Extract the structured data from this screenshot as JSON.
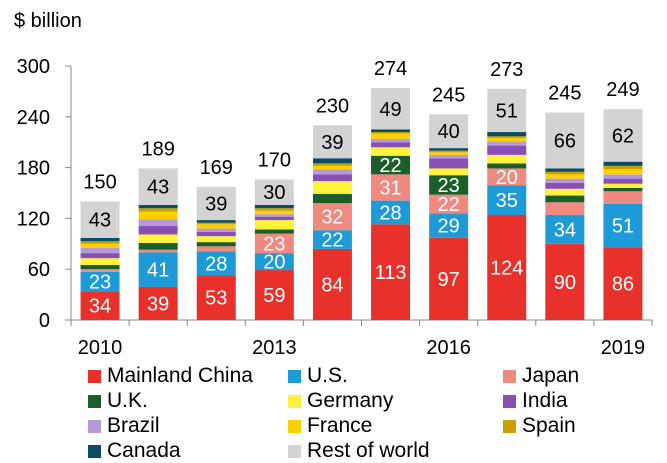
{
  "chart_data": {
    "type": "bar",
    "stacked": true,
    "unit_label": "$ billion",
    "title": "",
    "xlabel": "",
    "ylabel": "",
    "ylim": [
      0,
      300
    ],
    "yticks": [
      "0",
      "60",
      "120",
      "180",
      "240",
      "300"
    ],
    "categories": [
      "2010",
      "2011",
      "2012",
      "2013",
      "2014",
      "2015",
      "2016",
      "2017",
      "2018",
      "2019"
    ],
    "xtick_labels": [
      "2010",
      "",
      "",
      "2013",
      "",
      "",
      "2016",
      "",
      "",
      "2019"
    ],
    "totals": [
      150,
      189,
      169,
      170,
      230,
      274,
      245,
      273,
      245,
      249
    ],
    "grid": false,
    "legend_position": "bottom",
    "series": [
      {
        "name": "Mainland China",
        "color": "#e8312a",
        "values": [
          34,
          39,
          53,
          59,
          84,
          113,
          97,
          124,
          90,
          86
        ],
        "labels": [
          "34",
          "39",
          "53",
          "59",
          "84",
          "113",
          "97",
          "124",
          "90",
          "86"
        ]
      },
      {
        "name": "U.S.",
        "color": "#1e9bd7",
        "values": [
          23,
          41,
          28,
          20,
          22,
          28,
          29,
          35,
          34,
          51
        ],
        "labels": [
          "23",
          "41",
          "28",
          "20",
          "22",
          "28",
          "29",
          "35",
          "34",
          "51"
        ]
      },
      {
        "name": "Japan",
        "color": "#f08a80",
        "values": [
          3,
          3,
          6,
          23,
          32,
          31,
          22,
          20,
          15,
          15
        ],
        "labels": [
          "",
          "",
          "",
          "23",
          "32",
          "31",
          "22",
          "20",
          "",
          ""
        ]
      },
      {
        "name": "U.K.",
        "color": "#1c5e2a",
        "values": [
          5,
          8,
          5,
          5,
          11,
          22,
          23,
          6,
          8,
          4
        ],
        "labels": [
          "",
          "",
          "",
          "",
          "",
          "22",
          "23",
          "",
          "",
          ""
        ]
      },
      {
        "name": "Germany",
        "color": "#fff23a",
        "values": [
          8,
          10,
          7,
          11,
          15,
          10,
          8,
          10,
          8,
          5
        ],
        "labels": [
          "",
          "",
          "",
          "",
          "",
          "",
          "",
          "",
          "",
          ""
        ]
      },
      {
        "name": "India",
        "color": "#8b4fb4",
        "values": [
          6,
          10,
          5,
          4,
          8,
          6,
          12,
          11,
          7,
          6
        ],
        "labels": [
          "",
          "",
          "",
          "",
          "",
          "",
          "",
          "",
          "",
          ""
        ]
      },
      {
        "name": "Brazil",
        "color": "#b49ad6",
        "values": [
          6,
          8,
          4,
          3,
          6,
          4,
          4,
          5,
          5,
          5
        ],
        "labels": [
          "",
          "",
          "",
          "",
          "",
          "",
          "",
          "",
          "",
          ""
        ]
      },
      {
        "name": "France",
        "color": "#ffd000",
        "values": [
          5,
          9,
          5,
          4,
          4,
          6,
          3,
          4,
          5,
          6
        ],
        "labels": [
          "",
          "",
          "",
          "",
          "",
          "",
          "",
          "",
          "",
          ""
        ]
      },
      {
        "name": "Spain",
        "color": "#c9a000",
        "values": [
          3,
          4,
          2,
          3,
          3,
          2,
          2,
          2,
          3,
          4
        ],
        "labels": [
          "",
          "",
          "",
          "",
          "",
          "",
          "",
          "",
          "",
          ""
        ]
      },
      {
        "name": "Canada",
        "color": "#0a4c64",
        "values": [
          4,
          4,
          3,
          4,
          6,
          3,
          3,
          5,
          4,
          5
        ],
        "labels": [
          "",
          "",
          "",
          "",
          "",
          "",
          "",
          "",
          "",
          ""
        ]
      },
      {
        "name": "Rest of world",
        "color": "#d3d3d3",
        "values": [
          43,
          43,
          39,
          30,
          39,
          49,
          40,
          51,
          66,
          62
        ],
        "labels": [
          "43",
          "43",
          "39",
          "30",
          "39",
          "49",
          "40",
          "51",
          "66",
          "62"
        ]
      }
    ]
  }
}
